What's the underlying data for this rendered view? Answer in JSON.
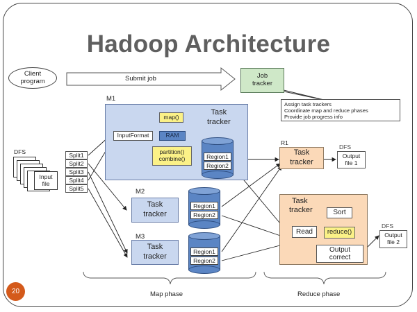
{
  "slide": {
    "title": "Hadoop Architecture",
    "page_number": "20",
    "accent_color": "#d45a1b"
  },
  "client": {
    "label": "Client program",
    "line1": "Client",
    "line2": "program"
  },
  "submit_arrow": {
    "label": "Submit job"
  },
  "job_tracker": {
    "line1": "Job",
    "line2": "tracker",
    "notes": [
      "Assign task trackers",
      "Coordinate map and reduce phases",
      "Provide job progress info"
    ]
  },
  "dfs_input": {
    "dfs_label": "DFS",
    "file_line1": "Input",
    "file_line2": "file"
  },
  "splits": [
    "Split1",
    "Split2",
    "Split3",
    "Split4",
    "Split5"
  ],
  "mappers": {
    "m1": {
      "label": "M1",
      "tracker_line1": "Task",
      "tracker_line2": "tracker",
      "input_format": "InputFormat",
      "map": "map()",
      "ram": "RAM",
      "partition": "partition()",
      "combine": "combine()",
      "regions": [
        "Region1",
        "Region2"
      ]
    },
    "m2": {
      "label": "M2",
      "tracker_line1": "Task",
      "tracker_line2": "tracker",
      "regions": [
        "Region1",
        "Region2"
      ]
    },
    "m3": {
      "label": "M3",
      "tracker_line1": "Task",
      "tracker_line2": "tracker",
      "regions": [
        "Region1",
        "Region2"
      ]
    }
  },
  "reducers": {
    "r1": {
      "label": "R1",
      "tracker_line1": "Task",
      "tracker_line2": "tracker",
      "dfs_label": "DFS",
      "output_line1": "Output",
      "output_line2": "file 1"
    },
    "r2": {
      "tracker_line1": "Task",
      "tracker_line2": "tracker",
      "read": "Read",
      "sort": "Sort",
      "reduce": "reduce()",
      "output_line1": "Output",
      "output_line2": "correct",
      "dfs_label": "DFS",
      "file_line1": "Output",
      "file_line2": "file 2"
    }
  },
  "phases": {
    "map": "Map phase",
    "reduce": "Reduce phase"
  }
}
